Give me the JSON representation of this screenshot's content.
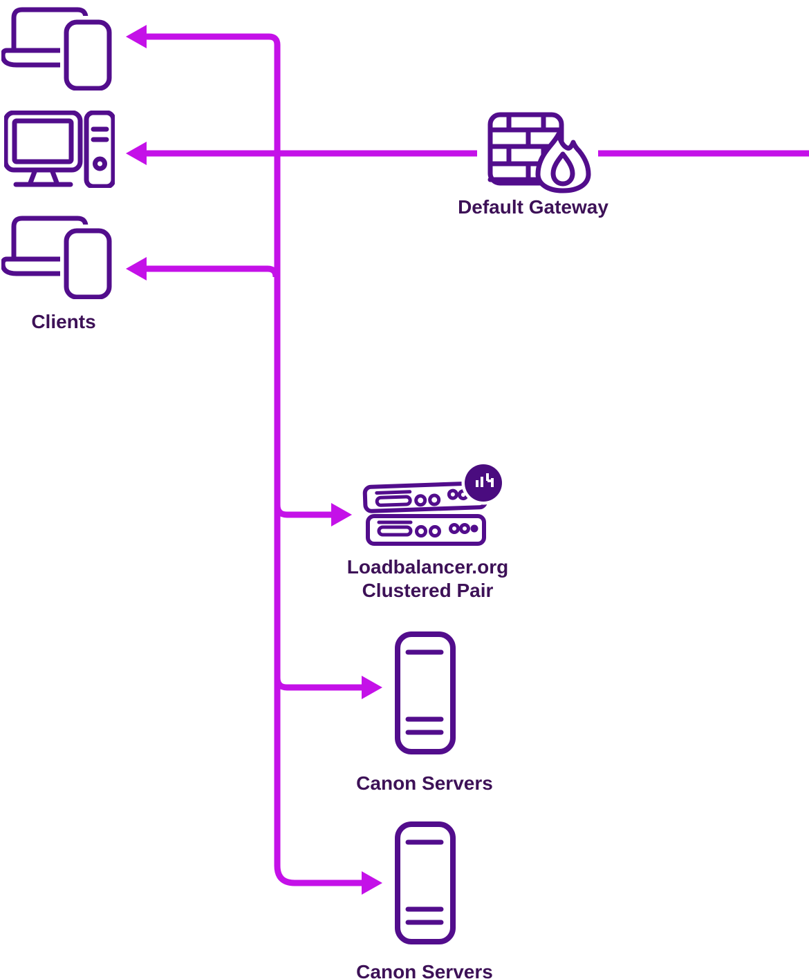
{
  "colors": {
    "line": "#C411E8",
    "icon": "#520D8C",
    "text": "#3D1157",
    "badge": "#4A0C7F",
    "background": "#FFFFFF"
  },
  "nodes": {
    "clients": {
      "label": "Clients",
      "icons": [
        "laptop-phone-icon",
        "desktop-tower-icon",
        "laptop-phone-icon"
      ]
    },
    "default_gateway": {
      "label": "Default Gateway",
      "icon": "firewall-flame-icon"
    },
    "loadbalancer_pair": {
      "label_line1": "Loadbalancer.org",
      "label_line2": "Clustered Pair",
      "icon": "rack-server-pair-icon",
      "badge_icon": "loadbalancer-logo-badge"
    },
    "canon_server_top": {
      "label": "Canon Servers",
      "icon": "tower-server-icon"
    },
    "canon_server_bottom": {
      "label": "Canon Servers",
      "icon": "tower-server-icon"
    }
  },
  "edges": [
    {
      "from": "default-gateway",
      "to": "client-desktop",
      "arrow": "left"
    },
    {
      "from": "trunk",
      "to": "client-laptop-top",
      "arrow": "left"
    },
    {
      "from": "trunk",
      "to": "client-laptop-bottom",
      "arrow": "left"
    },
    {
      "from": "trunk",
      "to": "loadbalancer-pair",
      "arrow": "right"
    },
    {
      "from": "trunk",
      "to": "canon-server-top",
      "arrow": "right"
    },
    {
      "from": "trunk",
      "to": "canon-server-bottom",
      "arrow": "right"
    }
  ]
}
